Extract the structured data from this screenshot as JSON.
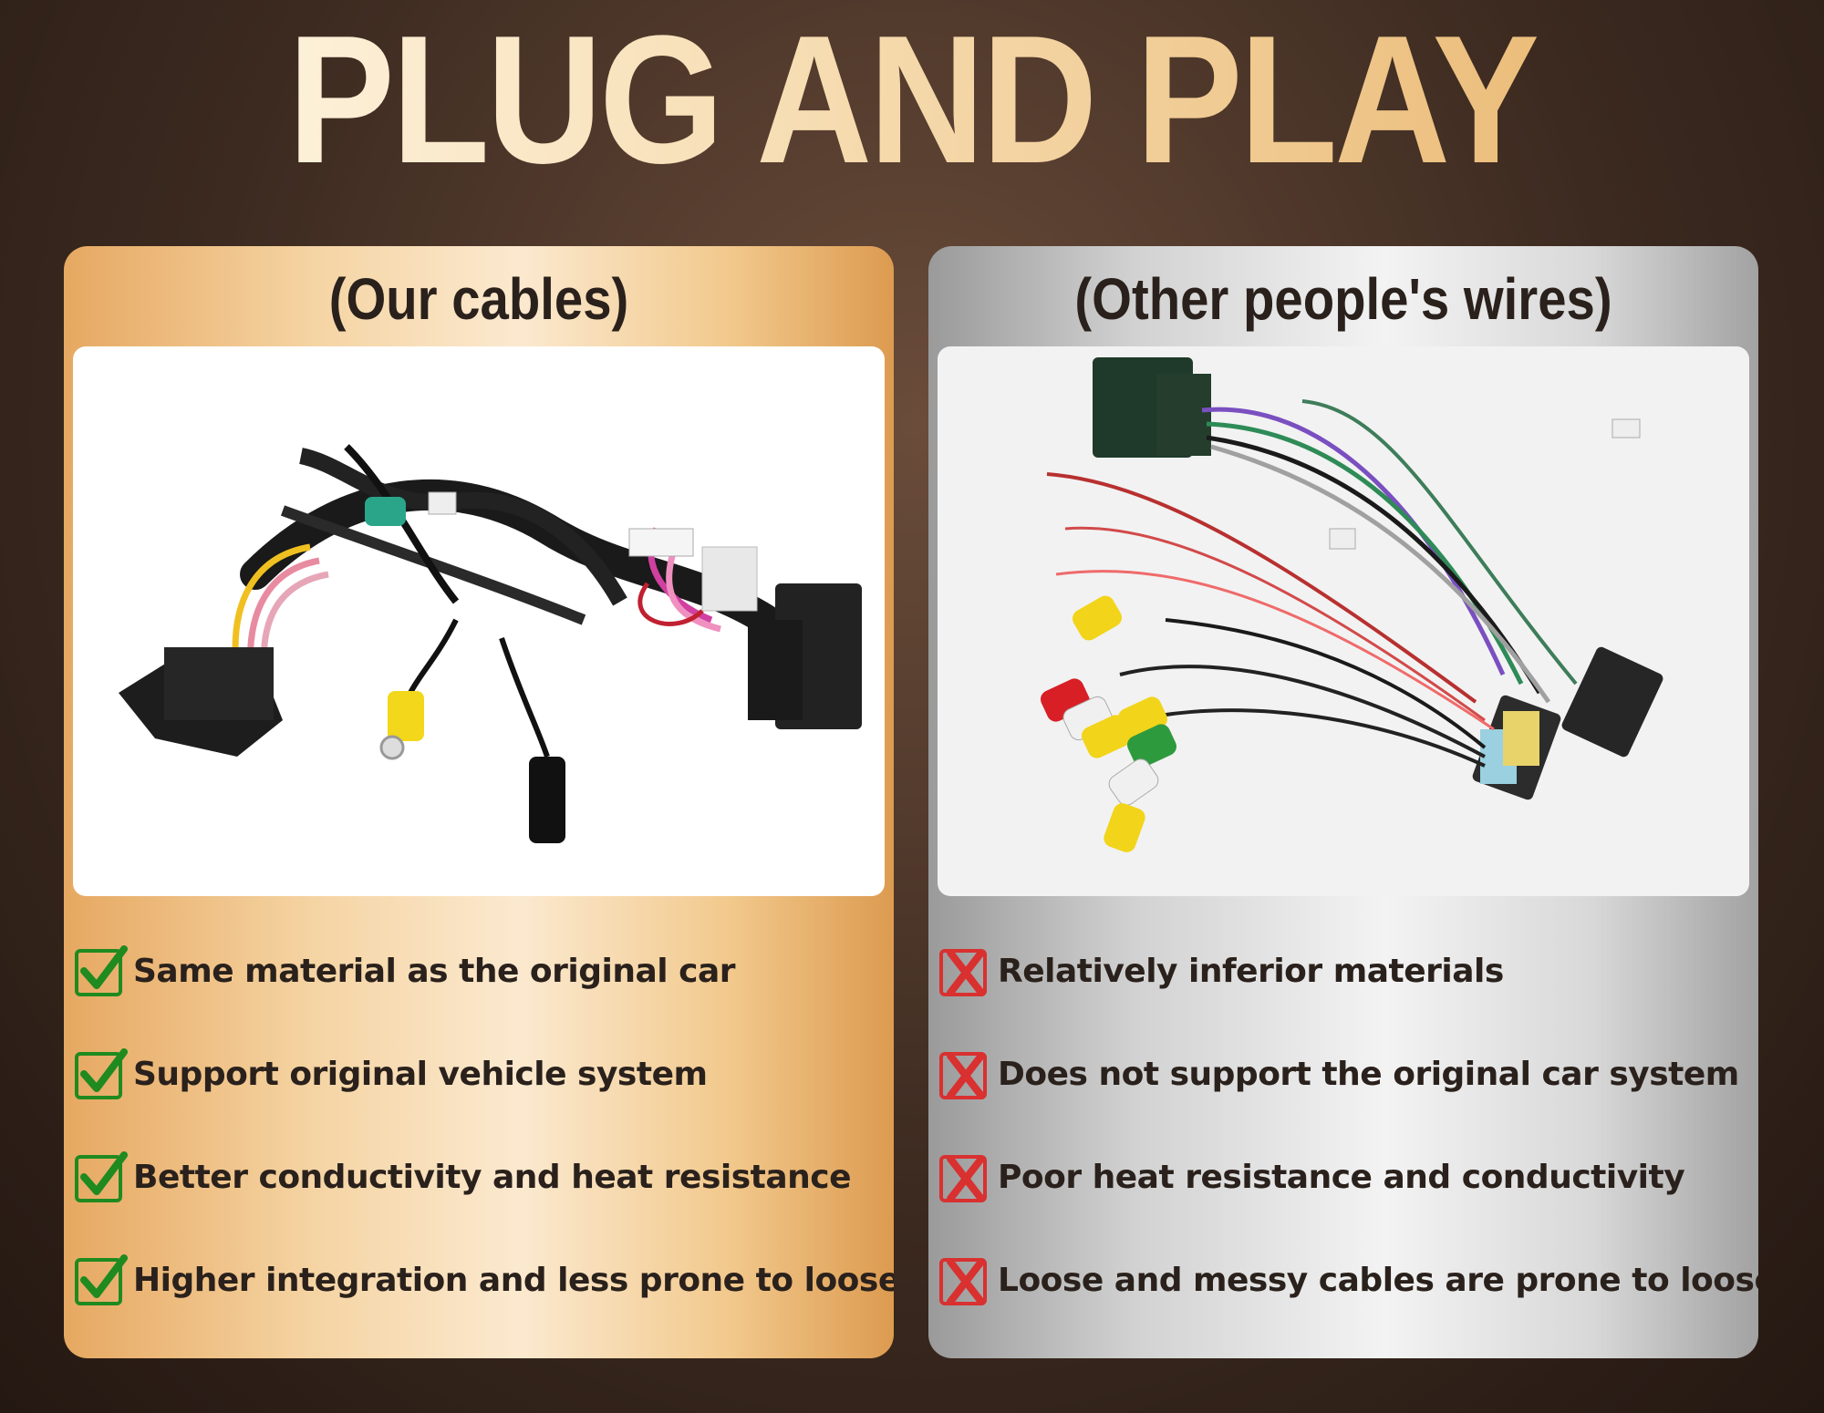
{
  "title": "PLUG AND PLAY",
  "panels": {
    "ours": {
      "heading": "(Our cables)",
      "features": [
        "Same material as the original car",
        "Support original vehicle system",
        "Better conductivity and heat resistance",
        "Higher integration and less prone to loosening"
      ],
      "icon": "check-icon",
      "accent": "#e7a85c"
    },
    "theirs": {
      "heading": "(Other people's wires)",
      "features": [
        "Relatively inferior materials",
        "Does not support the original car system",
        "Poor heat resistance and conductivity",
        "Loose and messy cables are prone to loosening"
      ],
      "icon": "cross-icon",
      "accent": "#d93030"
    }
  }
}
